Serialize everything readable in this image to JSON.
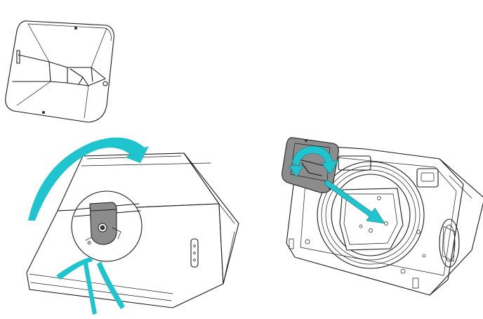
{
  "colors": {
    "arrow": "#20c4cf",
    "line": "#1a1a1a",
    "background": "#ffffff",
    "bracket_fill": "#8c8c8c",
    "bracket_dark": "#3a3a3a"
  },
  "panels": [
    {
      "id": "horn-detail",
      "icon": "horn-waveguide-icon"
    },
    {
      "id": "cabinet-rotate",
      "icon": "rotate-arrow-icon"
    },
    {
      "id": "baffle-insert",
      "icon": "insert-arrow-icon"
    }
  ]
}
